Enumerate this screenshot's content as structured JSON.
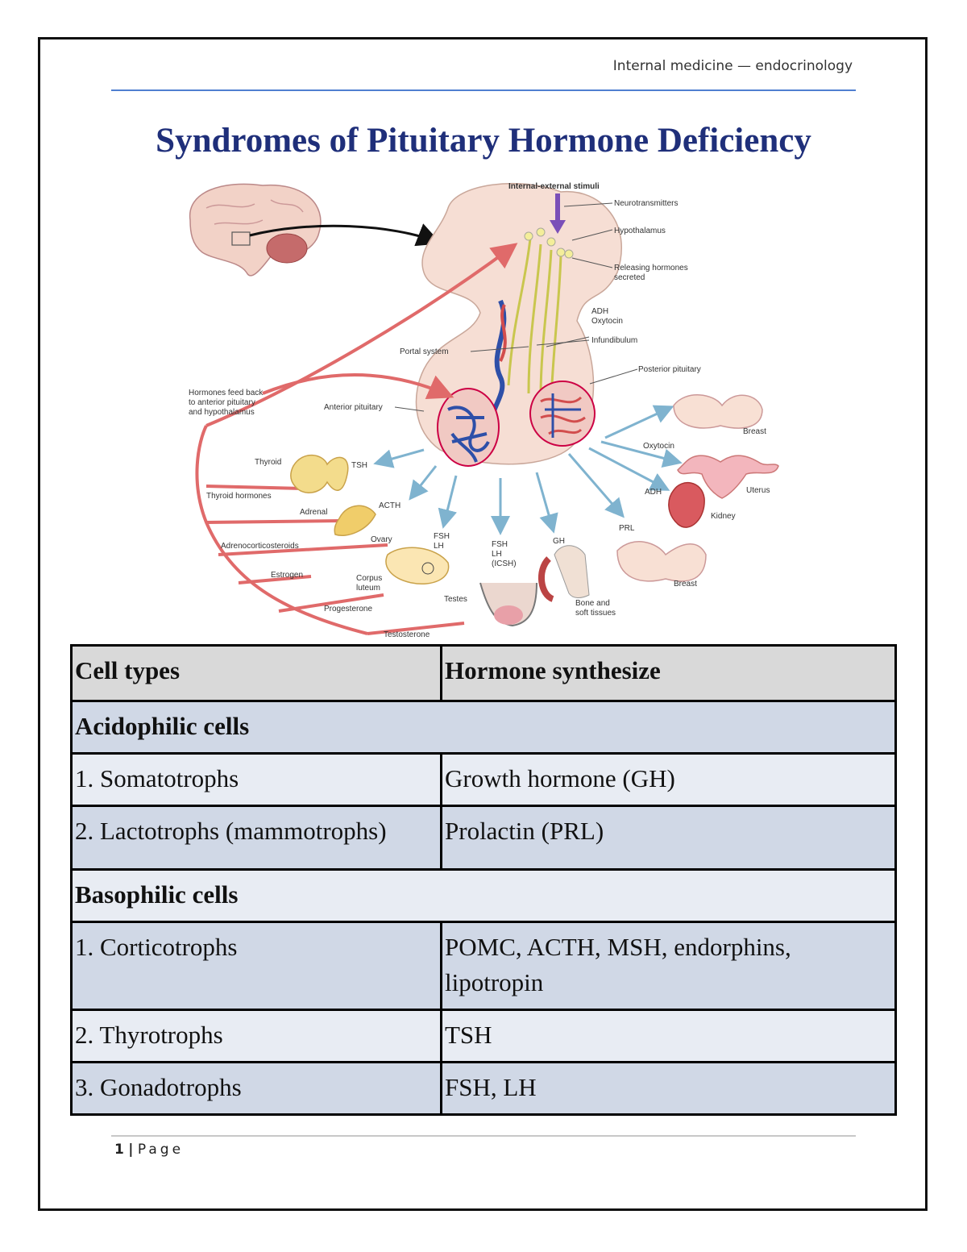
{
  "header": {
    "text": "Internal medicine — endocrinology"
  },
  "title": "Syndromes of Pituitary Hormone Deficiency",
  "diagram_labels": {
    "internal_external_stimuli": "Internal-external stimuli",
    "neurotransmitters": "Neurotransmitters",
    "hypothalamus": "Hypothalamus",
    "releasing_hormones_1": "Releasing hormones",
    "releasing_hormones_2": "secreted",
    "adh_label": "ADH",
    "oxytocin_label": "Oxytocin",
    "infundibulum": "Infundibulum",
    "portal_system": "Portal system",
    "posterior_pituitary": "Posterior pituitary",
    "feedback_1": "Hormones feed back",
    "feedback_2": "to anterior pituitary",
    "feedback_3": "and hypothalamus",
    "anterior_pituitary": "Anterior pituitary",
    "breast_top": "Breast",
    "oxytocin_arrow": "Oxytocin",
    "uterus": "Uterus",
    "thyroid": "Thyroid",
    "tsh": "TSH",
    "thyroid_hormones": "Thyroid hormones",
    "adh_arrow": "ADH",
    "kidney": "Kidney",
    "adrenal": "Adrenal",
    "acth": "ACTH",
    "prl": "PRL",
    "ovary": "Ovary",
    "fsh_lh_1": "FSH",
    "fsh_lh_2": "LH",
    "fsh_lh_icsh_1": "FSH",
    "fsh_lh_icsh_2": "LH",
    "fsh_lh_icsh_3": "(ICSH)",
    "gh": "GH",
    "adrenocorticosteroids": "Adrenocorticosteroids",
    "estrogen": "Estrogen",
    "corpus_luteum_1": "Corpus",
    "corpus_luteum_2": "luteum",
    "testes": "Testes",
    "progesterone": "Progesterone",
    "bone_1": "Bone and",
    "bone_2": "soft tissues",
    "breast_bottom": "Breast",
    "testosterone": "Testosterone"
  },
  "table": {
    "headers": [
      "Cell types",
      "Hormone synthesize"
    ],
    "groups": [
      {
        "name": "Acidophilic cells",
        "rows": [
          [
            "1. Somatotrophs",
            "Growth hormone (GH)"
          ],
          [
            "2. Lactotrophs (mammotrophs)",
            "Prolactin (PRL)"
          ]
        ]
      },
      {
        "name": "Basophilic cells",
        "rows": [
          [
            "1. Corticotrophs",
            "POMC, ACTH, MSH, endorphins, lipotropin"
          ],
          [
            "2. Thyrotrophs",
            "TSH"
          ],
          [
            "3. Gonadotrophs",
            "FSH, LH"
          ]
        ]
      }
    ]
  },
  "footer": {
    "page_number": "1",
    "separator": "|",
    "page_label": "Page"
  },
  "colors": {
    "title": "#1f2f7a",
    "header_rule": "#4f7fd0",
    "row_dark": "#d0d8e6",
    "row_light": "#e8ecf3",
    "header_cell": "#d9d9d9"
  }
}
